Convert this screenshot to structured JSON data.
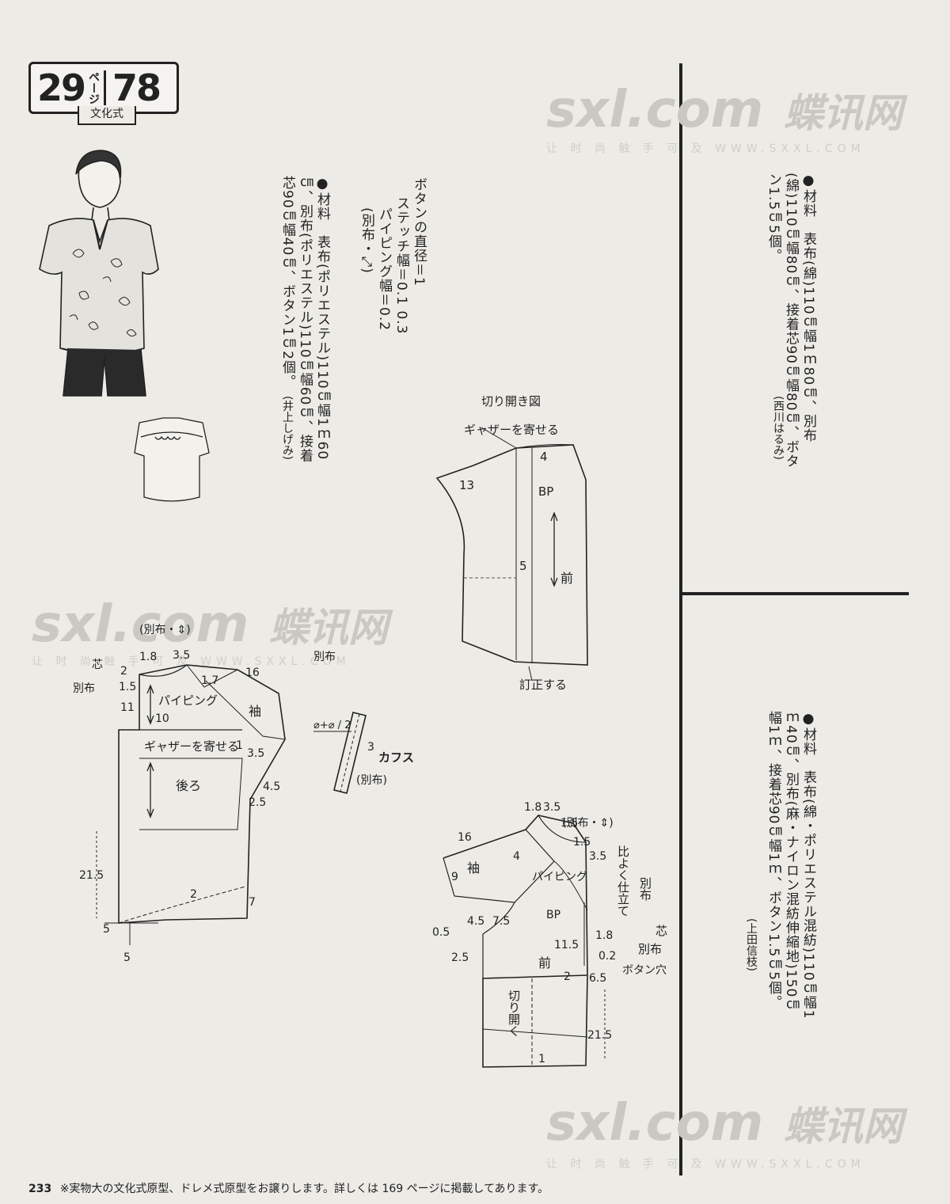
{
  "header": {
    "page_ref": "29",
    "page_unit": "ページ",
    "design_no": "78",
    "pattern_system": "文化式"
  },
  "materials": {
    "left": {
      "text": "●材料　表布(ポリエステル)110㎝幅1ｍ60㎝、別布(ポリエステル)110㎝幅60㎝、接着芯90㎝幅40㎝、ボタン1㎝2個。",
      "designer": "(井上しげみ)"
    },
    "notes": [
      "ボタンの直径＝1",
      "ステッチ幅＝0.1 0.3",
      "パイピング幅＝0.2",
      "(別布・⤢)"
    ],
    "top_right": {
      "text": "●材料　表布(綿)110㎝幅1ｍ80㎝、別布(綿)110㎝幅80㎝、接着芯90㎝幅80㎝、ボタン1.5㎝5個。",
      "designer": "(西川はるみ)"
    },
    "bottom_right": {
      "text": "●材料　表布(綿・ポリエステル混紡)110㎝幅1ｍ40㎝、別布(麻・ナイロン混紡伸縮地)150㎝幅1ｍ、接着芯90㎝幅1ｍ、ボタン1.5㎝5個。",
      "designer": "(上田信枝)"
    }
  },
  "diagram_slash": {
    "title": "切り開き図",
    "gather": "ギャザーを寄せる",
    "front": "前",
    "correct": "訂正する",
    "bp": "BP",
    "dims": [
      "13",
      "4",
      "5"
    ]
  },
  "diagram_back": {
    "piping": "パイピング",
    "sleeve": "袖",
    "gather": "ギャザーを寄せる",
    "back": "後ろ",
    "extra_fabric": "(別布・⇕)",
    "extra_fabric_side": "別布",
    "interfacing": "芯",
    "other_fabric": "別布",
    "dims": [
      "1.8",
      "3.5",
      "2",
      "1.5",
      "11",
      "10",
      "16",
      "1",
      "1.7",
      "3.5",
      "4.5",
      "2.5",
      "21.5",
      "2",
      "7",
      "5",
      "5"
    ]
  },
  "diagram_cuff": {
    "label": "カフス",
    "fabric": "(別布)",
    "formula": "⌀+⌀ / 2",
    "dim": "3"
  },
  "diagram_front": {
    "sleeve": "袖",
    "piping": "パイピング",
    "bp": "BP",
    "front": "前",
    "open": "切り開く",
    "extra_fabric": "(別布・⇕)",
    "finish": "比よく仕立て",
    "extra_fabric_side": "別布",
    "interfacing": "芯",
    "other_fabric": "別布",
    "buttonhole": "ボタン穴",
    "dims": [
      "16",
      "1.8",
      "3.5",
      "1.5",
      "1.5",
      "3.5",
      "4",
      "9",
      "0.5",
      "4.5",
      "7.5",
      "2.5",
      "11.5",
      "1.8",
      "0.2",
      "2",
      "6.5",
      "21.5",
      "1"
    ]
  },
  "watermark": {
    "site": "sxl.com",
    "brand": "蝶讯网",
    "tagline": "让 时 尚 触 手 可 及 WWW.SXXL.COM"
  },
  "footer": {
    "page_number": "233",
    "note": "※実物大の文化式原型、ドレメ式原型をお譲りします。詳しくは 169 ページに掲載してあります。"
  },
  "colors": {
    "paper": "#ecebe6",
    "ink": "#222222",
    "watermark": "#c9c8c3"
  }
}
